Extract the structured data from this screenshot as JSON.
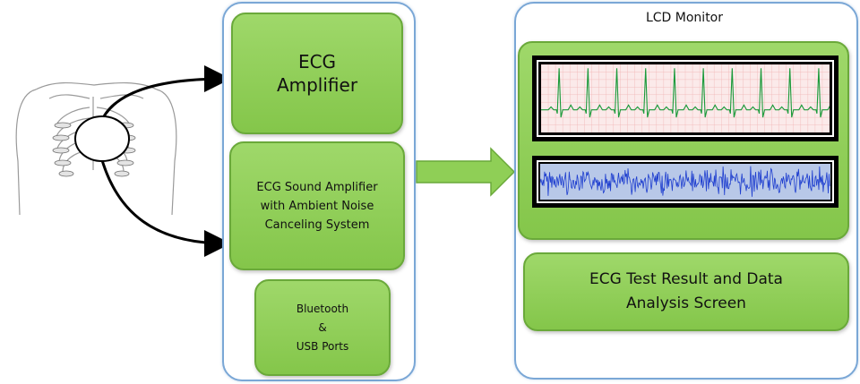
{
  "left_column": {
    "ecg_amplifier": "ECG\nAmplifier",
    "sound_amplifier": "ECG Sound Amplifier\nwith Ambient Noise\nCanceling System",
    "ports": "Bluetooth\n&\nUSB Ports"
  },
  "monitor": {
    "title": "LCD Monitor",
    "result_screen": "ECG Test Result and Data\nAnalysis Screen"
  },
  "colors": {
    "green_fill": "#8fcf56",
    "green_border": "#6aa93a",
    "panel_border": "#7aa7d6",
    "ecg_trace": "#1a9a3a",
    "noise_trace": "#1f3fcf",
    "noise_bg": "#b8c8e8",
    "ecg_bg": "#fbeaea"
  },
  "icons": [
    "human-chest-skeleton-icon",
    "ecg-sensor-pad-icon",
    "right-arrow-icon"
  ]
}
